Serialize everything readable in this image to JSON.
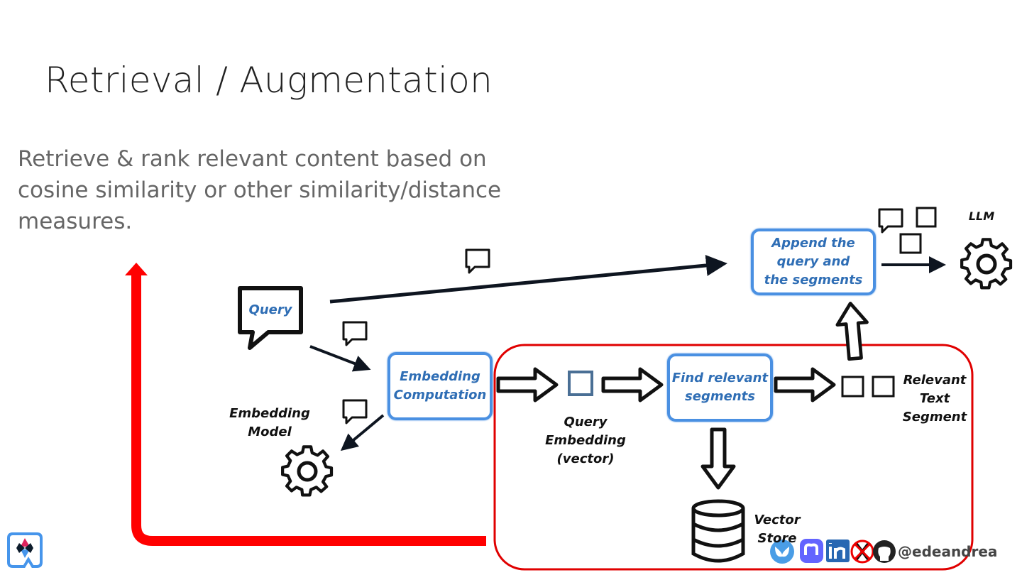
{
  "slide": {
    "title": "Retrieval / Augmentation",
    "subtitle": "Retrieve & rank relevant content based on cosine similarity or other similarity/distance measures."
  },
  "diagram": {
    "nodes": {
      "query": "Query",
      "embedding_computation": [
        "Embedding",
        "Computation"
      ],
      "embedding_model": [
        "Embedding",
        "Model"
      ],
      "query_embedding": [
        "Query",
        "Embedding",
        "(vector)"
      ],
      "find_segments": [
        "Find relevant",
        "segments"
      ],
      "relevant_segment": [
        "Relevant",
        "Text",
        "Segment"
      ],
      "vector_store": [
        "Vector",
        "Store"
      ],
      "append": [
        "Append the",
        "query and",
        "the segments"
      ],
      "llm": "LLM"
    },
    "colors": {
      "box_border": "#4a90e2",
      "box_text": "#2f6eb5",
      "highlight": "#e00000"
    }
  },
  "footer": {
    "social_icons": [
      "bluesky-icon",
      "mastodon-icon",
      "linkedin-icon",
      "x-icon-crossed",
      "github-icon"
    ],
    "handle": "@edeandrea"
  }
}
